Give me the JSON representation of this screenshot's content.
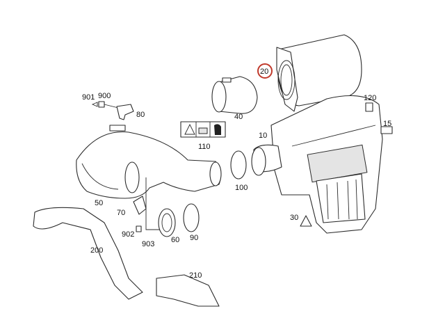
{
  "diagram": {
    "highlight_color": "#c0392b",
    "highlighted_part": "20",
    "parts": {
      "p901": "901",
      "p900": "900",
      "p80": "80",
      "p20": "20",
      "p40": "40",
      "p110": "110",
      "p120": "120",
      "p15": "15",
      "p10": "10",
      "p50": "50",
      "p100": "100",
      "p70": "70",
      "p902": "902",
      "p903": "903",
      "p60": "60",
      "p90": "90",
      "p30": "30",
      "p200": "200",
      "p210": "210"
    }
  }
}
